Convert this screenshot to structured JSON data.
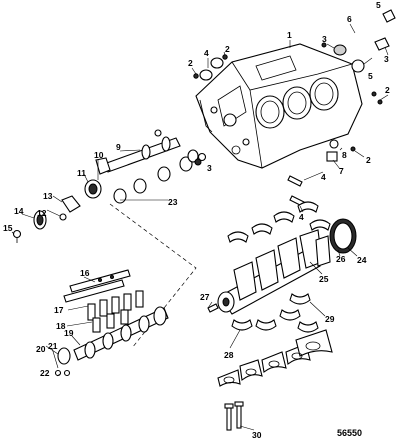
{
  "reference_number": "56550",
  "callouts": {
    "c1": "1",
    "c2": "2",
    "c3": "3",
    "c4": "4",
    "c5": "5",
    "c6": "6",
    "c7": "7",
    "c8": "8",
    "c9": "9",
    "c10": "10",
    "c11": "11",
    "c12": "12",
    "c13": "13",
    "c14": "14",
    "c15": "15",
    "c16": "16",
    "c17": "17",
    "c18": "18",
    "c19": "19",
    "c20": "20",
    "c21": "21",
    "c22": "22",
    "c23": "23",
    "c24": "24",
    "c25": "25",
    "c26": "26",
    "c27": "27",
    "c28": "28",
    "c29": "29",
    "c30": "30"
  }
}
